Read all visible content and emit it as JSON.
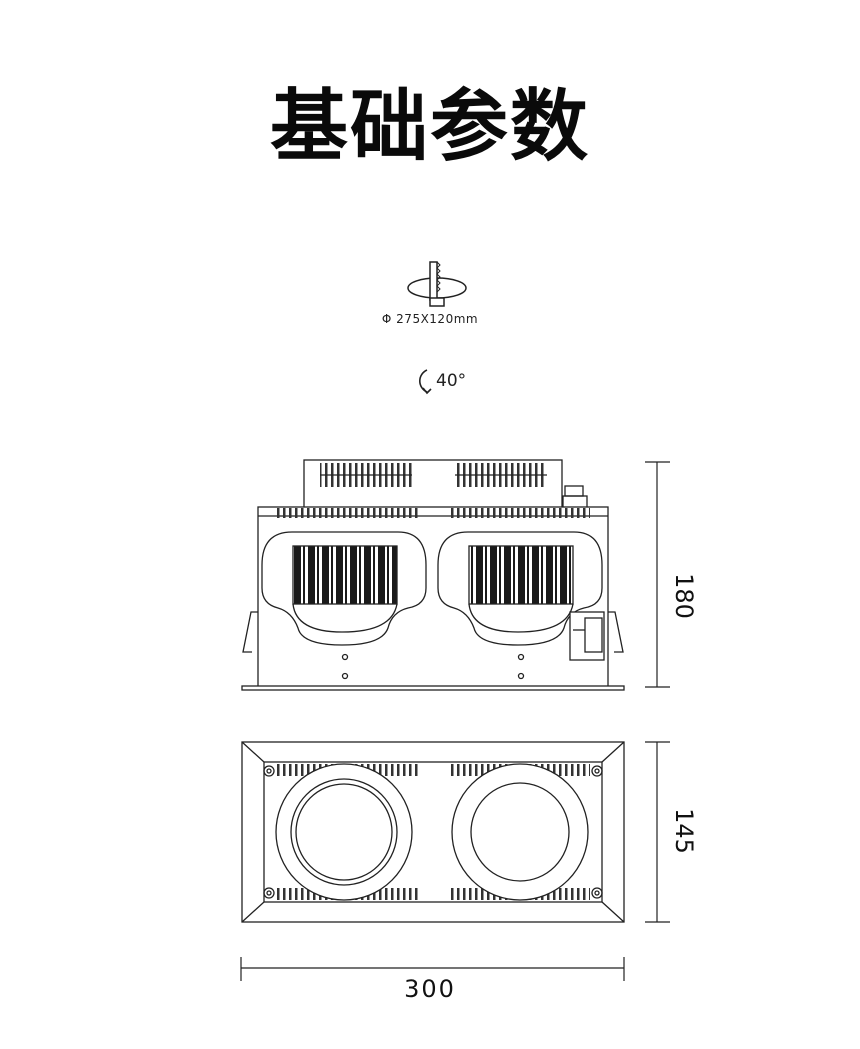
{
  "header": {
    "title": "基础参数"
  },
  "specs": {
    "cutout_symbol": "Φ",
    "cutout": "275X120mm",
    "tilt": "40°"
  },
  "dimensions": {
    "height": "180",
    "depth": "145",
    "width": "300"
  },
  "colors": {
    "line": "#222222",
    "background": "#ffffff"
  }
}
